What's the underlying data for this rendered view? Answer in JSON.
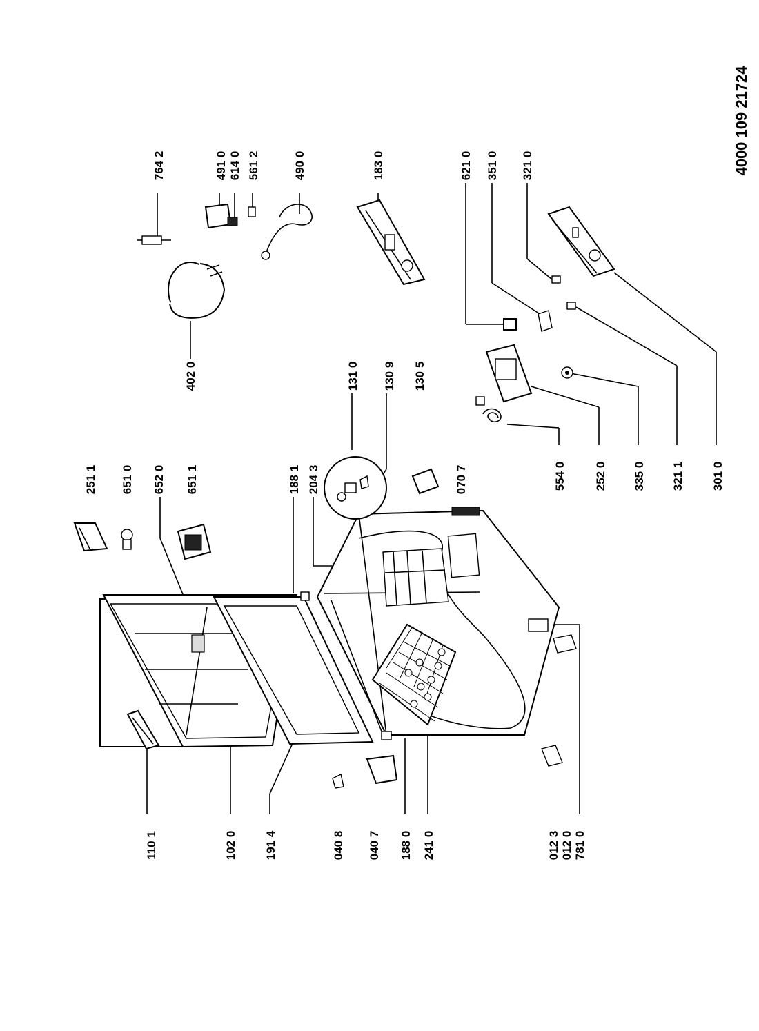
{
  "document_number": "4000 109 21724",
  "callouts": [
    {
      "id": "110-1",
      "text": "110 1"
    },
    {
      "id": "102-0",
      "text": "102 0"
    },
    {
      "id": "191-4",
      "text": "191 4"
    },
    {
      "id": "040-8",
      "text": "040 8"
    },
    {
      "id": "040-7",
      "text": "040 7"
    },
    {
      "id": "188-0",
      "text": "188 0"
    },
    {
      "id": "241-0",
      "text": "241 0"
    },
    {
      "id": "012-3",
      "text": "012 3"
    },
    {
      "id": "012-0",
      "text": "012 0"
    },
    {
      "id": "781-0",
      "text": "781 0"
    },
    {
      "id": "251-1",
      "text": "251 1"
    },
    {
      "id": "651-0",
      "text": "651 0"
    },
    {
      "id": "652-0",
      "text": "652 0"
    },
    {
      "id": "651-1",
      "text": "651 1"
    },
    {
      "id": "188-1",
      "text": "188 1"
    },
    {
      "id": "204-3",
      "text": "204 3"
    },
    {
      "id": "070-7",
      "text": "070 7"
    },
    {
      "id": "131-0",
      "text": "131 0"
    },
    {
      "id": "130-9",
      "text": "130 9"
    },
    {
      "id": "130-5",
      "text": "130 5"
    },
    {
      "id": "402-0",
      "text": "402 0"
    },
    {
      "id": "554-0",
      "text": "554 0"
    },
    {
      "id": "252-0",
      "text": "252 0"
    },
    {
      "id": "335-0",
      "text": "335 0"
    },
    {
      "id": "321-1",
      "text": "321 1"
    },
    {
      "id": "301-0",
      "text": "301 0"
    },
    {
      "id": "621-0",
      "text": "621 0"
    },
    {
      "id": "351-0",
      "text": "351 0"
    },
    {
      "id": "321-0",
      "text": "321 0"
    },
    {
      "id": "764-2",
      "text": "764 2"
    },
    {
      "id": "491-0",
      "text": "491 0"
    },
    {
      "id": "614-0",
      "text": "614 0"
    },
    {
      "id": "561-2",
      "text": "561 2"
    },
    {
      "id": "490-0",
      "text": "490 0"
    },
    {
      "id": "183-0",
      "text": "183 0"
    }
  ]
}
